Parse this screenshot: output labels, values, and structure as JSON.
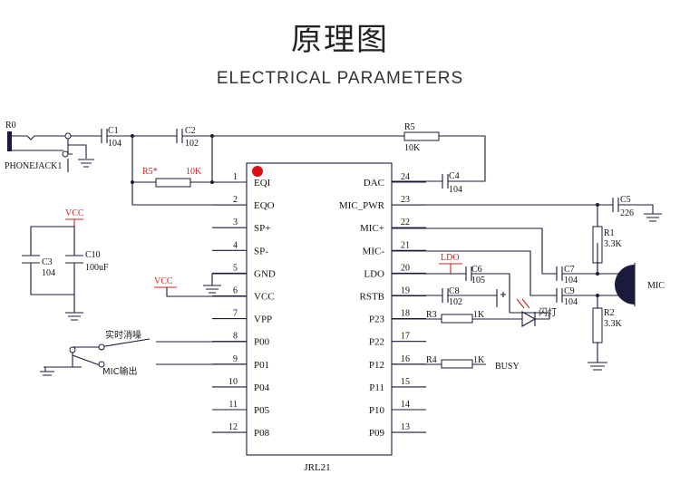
{
  "header": {
    "title": "原理图",
    "subtitle": "ELECTRICAL PARAMETERS"
  },
  "chip": {
    "name": "JRL21",
    "left_pins": [
      {
        "num": "1",
        "label": "EQI"
      },
      {
        "num": "2",
        "label": "EQO"
      },
      {
        "num": "3",
        "label": "SP+"
      },
      {
        "num": "4",
        "label": "SP-"
      },
      {
        "num": "5",
        "label": "GND"
      },
      {
        "num": "6",
        "label": "VCC"
      },
      {
        "num": "7",
        "label": "VPP"
      },
      {
        "num": "8",
        "label": "P00"
      },
      {
        "num": "9",
        "label": "P01"
      },
      {
        "num": "10",
        "label": "P04"
      },
      {
        "num": "11",
        "label": "P05"
      },
      {
        "num": "12",
        "label": "P08"
      }
    ],
    "right_pins": [
      {
        "num": "24",
        "label": "DAC"
      },
      {
        "num": "23",
        "label": "MIC_PWR"
      },
      {
        "num": "22",
        "label": "MIC+"
      },
      {
        "num": "21",
        "label": "MIC-"
      },
      {
        "num": "20",
        "label": "LDO"
      },
      {
        "num": "19",
        "label": "RSTB"
      },
      {
        "num": "18",
        "label": "P23"
      },
      {
        "num": "17",
        "label": "P22"
      },
      {
        "num": "16",
        "label": "P12"
      },
      {
        "num": "15",
        "label": "P11"
      },
      {
        "num": "14",
        "label": "P10"
      },
      {
        "num": "13",
        "label": "P09"
      }
    ]
  },
  "labels": {
    "r0": "R0",
    "phonejack": "PHONEJACK1",
    "c1": "C1",
    "c1v": "104",
    "c2": "C2",
    "c2v": "102",
    "r5": "R5",
    "r5v": "10K",
    "r5s": "R5*",
    "r5sv": "10K",
    "c4": "C4",
    "c4v": "104",
    "c5": "C5",
    "c5v": "226",
    "r1": "R1",
    "r1v": "3.3K",
    "r2": "R2",
    "r2v": "3.3K",
    "c7": "C7",
    "c7v": "104",
    "c9": "C9",
    "c9v": "104",
    "c6": "C6",
    "c6v": "105",
    "c8": "C8",
    "c8v": "102",
    "ldo": "LDO",
    "r3": "R3",
    "r3v": "1K",
    "r4": "R4",
    "r4v": "1K",
    "busy": "BUSY",
    "led": "闪灯",
    "mic": "MIC",
    "vcc_top": "VCC",
    "vcc_left": "VCC",
    "c3": "C3",
    "c3v": "104",
    "c10": "C10",
    "c10v": "100uF",
    "sw1": "实时消噪",
    "sw2": "MIC输出"
  }
}
